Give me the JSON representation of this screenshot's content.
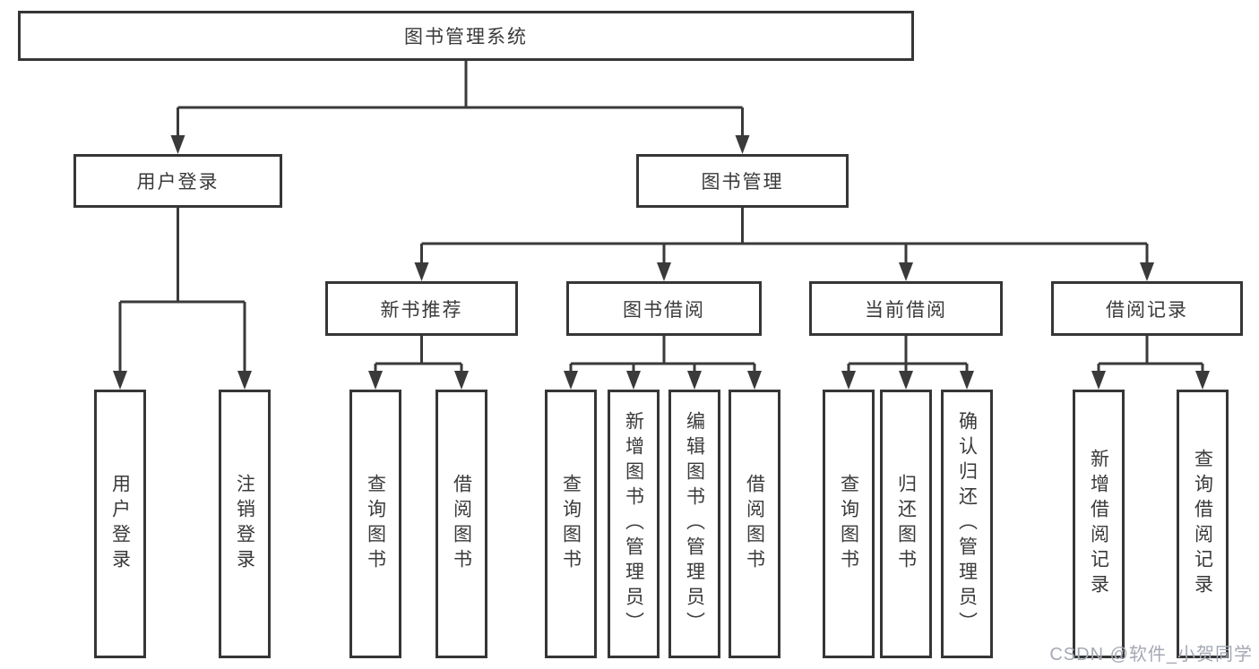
{
  "diagram": {
    "root": {
      "id": "root",
      "label": "图书管理系统"
    },
    "level2": [
      {
        "id": "user-login",
        "label": "用户登录"
      },
      {
        "id": "book-mgmt",
        "label": "图书管理"
      }
    ],
    "level3": [
      {
        "id": "new-book-rec",
        "label": "新书推荐"
      },
      {
        "id": "book-borrow",
        "label": "图书借阅"
      },
      {
        "id": "current-borrow",
        "label": "当前借阅"
      },
      {
        "id": "borrow-record",
        "label": "借阅记录"
      }
    ],
    "leaves": [
      {
        "id": "leaf-user-login",
        "label": "用户登录"
      },
      {
        "id": "leaf-logout",
        "label": "注销登录"
      },
      {
        "id": "leaf-query-book-1",
        "label": "查询图书"
      },
      {
        "id": "leaf-borrow-book-1",
        "label": "借阅图书"
      },
      {
        "id": "leaf-query-book-2",
        "label": "查询图书"
      },
      {
        "id": "leaf-add-book",
        "label": "新增图书（管理员）"
      },
      {
        "id": "leaf-edit-book",
        "label": "编辑图书（管理员）"
      },
      {
        "id": "leaf-borrow-book-2",
        "label": "借阅图书"
      },
      {
        "id": "leaf-query-book-3",
        "label": "查询图书"
      },
      {
        "id": "leaf-return-book",
        "label": "归还图书"
      },
      {
        "id": "leaf-confirm-return",
        "label": "确认归还（管理员）"
      },
      {
        "id": "leaf-add-borrow-record",
        "label": "新增借阅记录"
      },
      {
        "id": "leaf-query-borrow-record",
        "label": "查询借阅记录"
      }
    ]
  },
  "watermark": "CSDN @软件_小贺同学",
  "colors": {
    "line": "#3a3a3a",
    "box_border": "#363636",
    "box_fill": "#ffffff",
    "text": "#3a3a3a",
    "watermark": "#a5a9b4",
    "background": "#ffffff"
  }
}
